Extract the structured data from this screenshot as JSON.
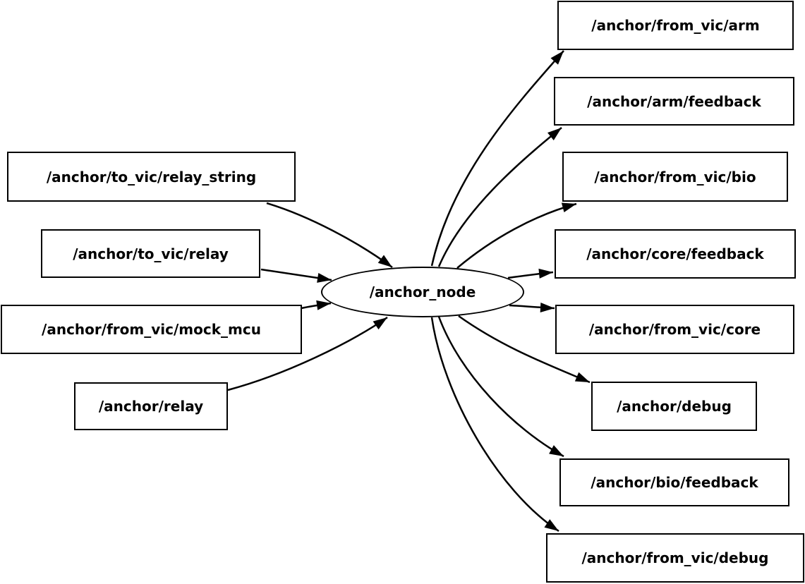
{
  "diagram": {
    "type": "ros-node-graph",
    "background_color": "#ffffff",
    "stroke_color": "#000000",
    "node_fill_color": "#ffffff",
    "node": {
      "label": "/anchor_node",
      "shape": "ellipse"
    },
    "subscribed_topics": [
      {
        "label": "/anchor/to_vic/relay_string"
      },
      {
        "label": "/anchor/to_vic/relay"
      },
      {
        "label": "/anchor/from_vic/mock_mcu"
      },
      {
        "label": "/anchor/relay"
      }
    ],
    "published_topics": [
      {
        "label": "/anchor/from_vic/arm"
      },
      {
        "label": "/anchor/arm/feedback"
      },
      {
        "label": "/anchor/from_vic/bio"
      },
      {
        "label": "/anchor/core/feedback"
      },
      {
        "label": "/anchor/from_vic/core"
      },
      {
        "label": "/anchor/debug"
      },
      {
        "label": "/anchor/bio/feedback"
      },
      {
        "label": "/anchor/from_vic/debug"
      }
    ],
    "edges": [
      {
        "from": "/anchor/to_vic/relay_string",
        "to": "/anchor_node"
      },
      {
        "from": "/anchor/to_vic/relay",
        "to": "/anchor_node"
      },
      {
        "from": "/anchor/from_vic/mock_mcu",
        "to": "/anchor_node"
      },
      {
        "from": "/anchor/relay",
        "to": "/anchor_node"
      },
      {
        "from": "/anchor_node",
        "to": "/anchor/from_vic/arm"
      },
      {
        "from": "/anchor_node",
        "to": "/anchor/arm/feedback"
      },
      {
        "from": "/anchor_node",
        "to": "/anchor/from_vic/bio"
      },
      {
        "from": "/anchor_node",
        "to": "/anchor/core/feedback"
      },
      {
        "from": "/anchor_node",
        "to": "/anchor/from_vic/core"
      },
      {
        "from": "/anchor_node",
        "to": "/anchor/debug"
      },
      {
        "from": "/anchor_node",
        "to": "/anchor/bio/feedback"
      },
      {
        "from": "/anchor_node",
        "to": "/anchor/from_vic/debug"
      }
    ]
  }
}
